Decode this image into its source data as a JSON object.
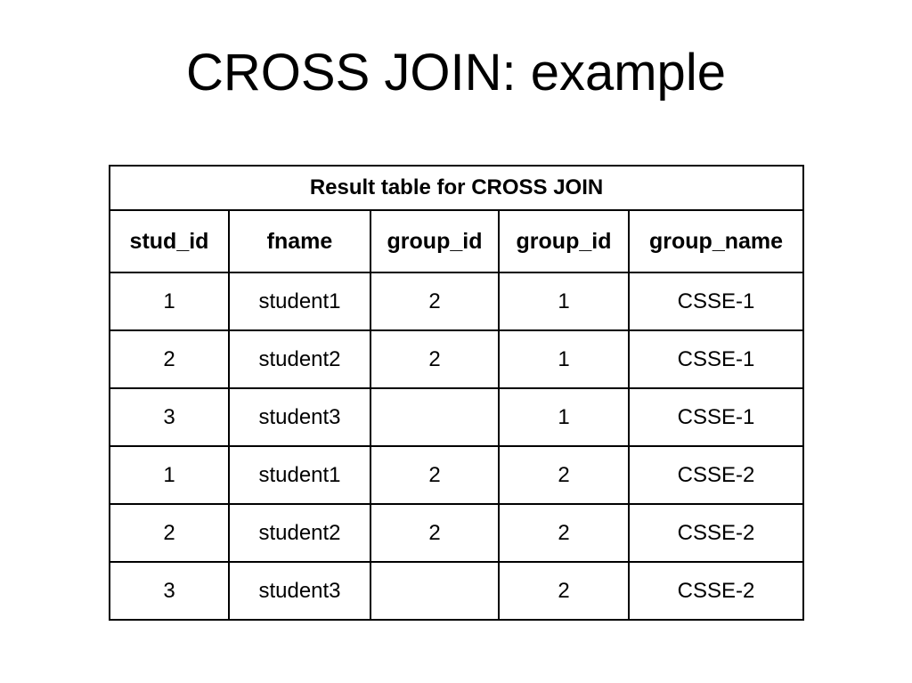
{
  "slide": {
    "title": "CROSS JOIN: example",
    "background_color": "#ffffff",
    "text_color": "#000000"
  },
  "result_table": {
    "caption": "Result table for CROSS JOIN",
    "border_color": "#000000",
    "columns": [
      "stud_id",
      "fname",
      "group_id",
      "group_id",
      "group_name"
    ],
    "rows": [
      [
        "1",
        "student1",
        "2",
        "1",
        "CSSE-1"
      ],
      [
        "2",
        "student2",
        "2",
        "1",
        "CSSE-1"
      ],
      [
        "3",
        "student3",
        "",
        "1",
        "CSSE-1"
      ],
      [
        "1",
        "student1",
        "2",
        "2",
        "CSSE-2"
      ],
      [
        "2",
        "student2",
        "2",
        "2",
        "CSSE-2"
      ],
      [
        "3",
        "student3",
        "",
        "2",
        "CSSE-2"
      ]
    ]
  }
}
